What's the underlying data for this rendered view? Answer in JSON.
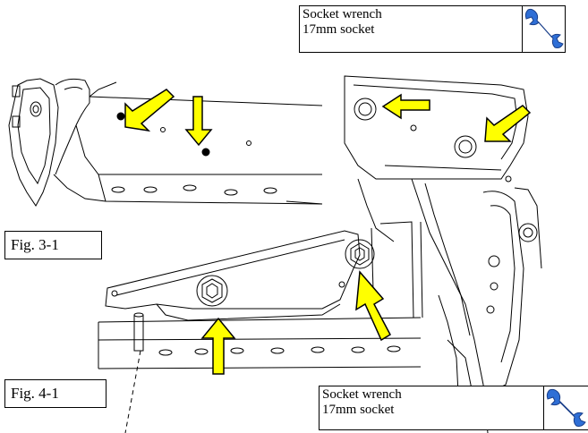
{
  "tool_box_top": {
    "line1": "Socket wrench",
    "line2": "17mm socket",
    "icon": "wrench-icon"
  },
  "tool_box_bottom": {
    "line1": "Socket wrench",
    "line2": "17mm socket",
    "icon": "wrench-icon"
  },
  "figures": {
    "fig3": "Fig. 3-1",
    "fig4": "Fig. 4-1"
  },
  "colors": {
    "arrow_fill": "#ffff00",
    "arrow_stroke": "#000000",
    "line": "#000000",
    "icon_blue": "#2f6fd6"
  }
}
